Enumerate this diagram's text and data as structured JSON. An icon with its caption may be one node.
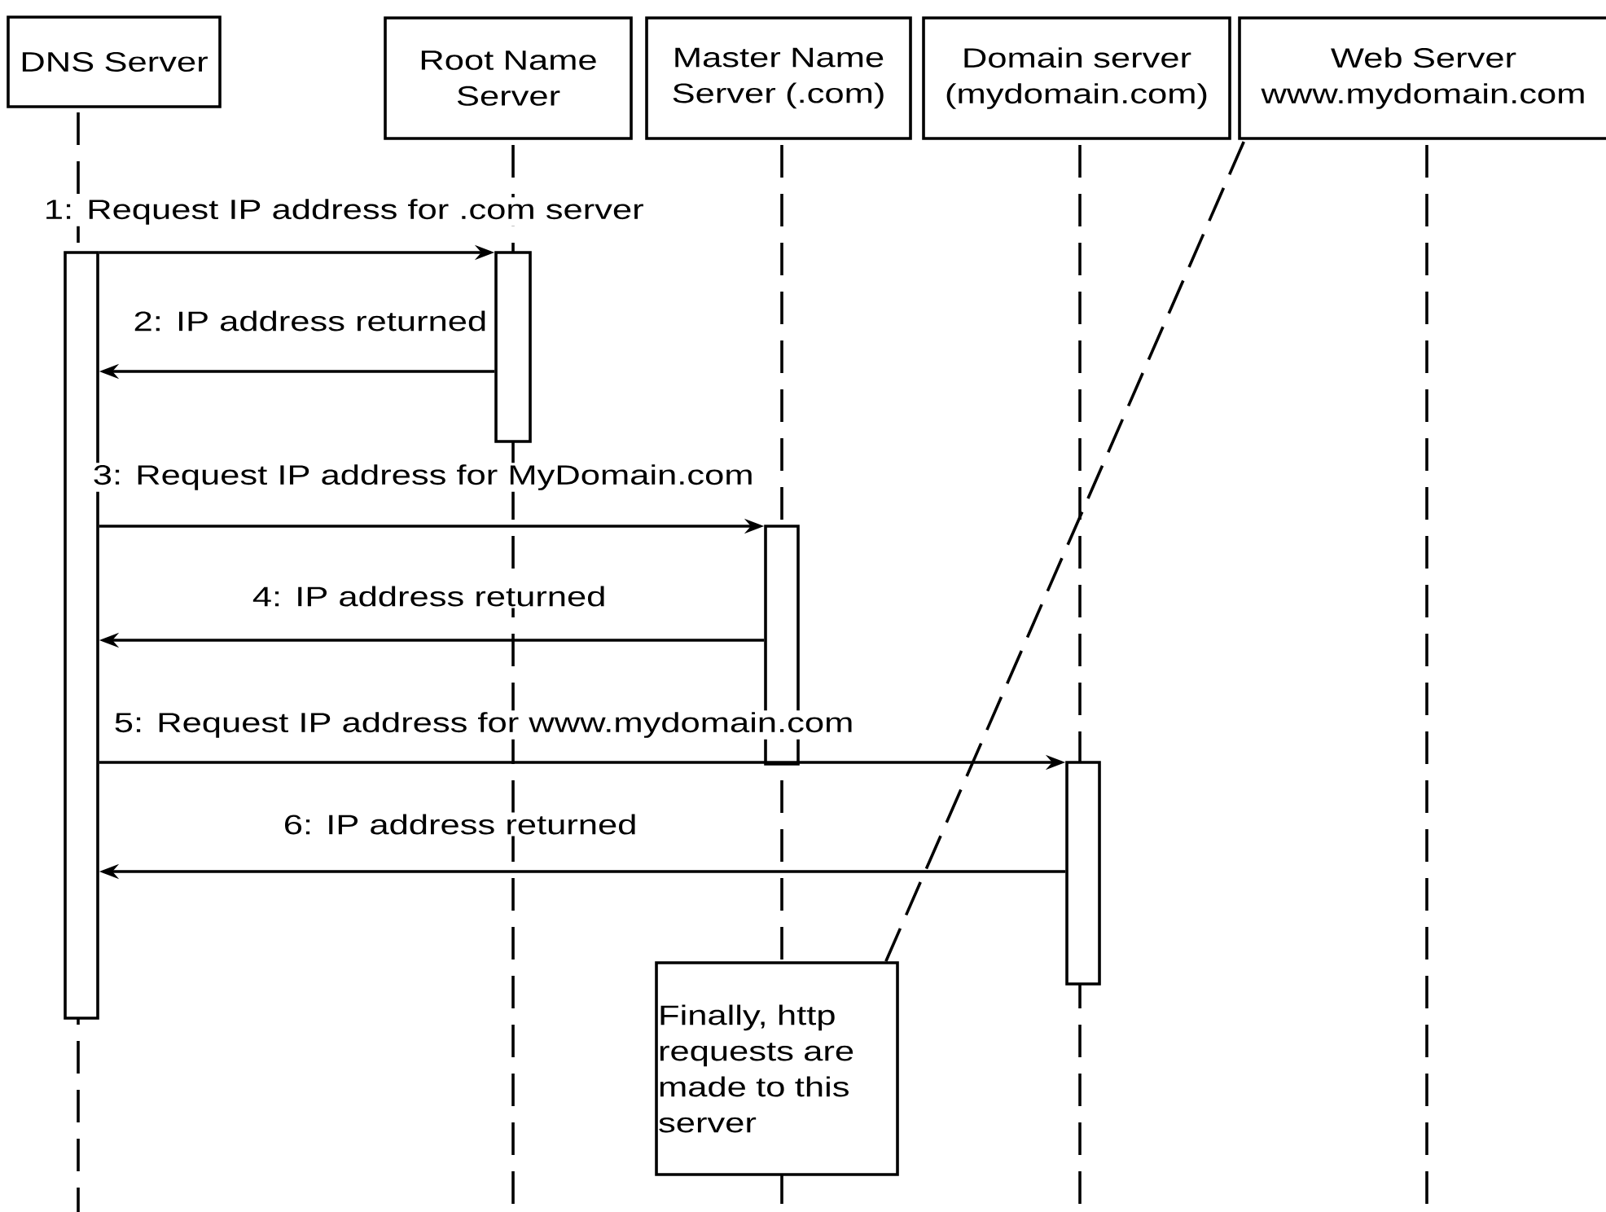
{
  "diagram": {
    "nodes": [
      {
        "text": [
          "DNS Server"
        ]
      },
      {
        "text": [
          "Root Name Server"
        ]
      },
      {
        "text": [
          "Master Name Server (.com)"
        ]
      },
      {
        "text": [
          "Domain server (mydomain.com)"
        ]
      },
      {
        "text": [
          "Web Server www.mydomain.com"
        ]
      },
      {
        "text": [],
        "shape": "bar"
      },
      {
        "text": [],
        "shape": "bar"
      },
      {
        "text": [],
        "shape": "bar"
      },
      {
        "text": [],
        "shape": "bar"
      },
      {
        "text": [
          "Finally, http requests are made to this server"
        ]
      }
    ],
    "edges": [
      {
        "from": 5,
        "to": 6,
        "arrow": "to",
        "label": "1: Request IP address for .com server"
      },
      {
        "from": 6,
        "to": 5,
        "arrow": "to",
        "label": "2: IP address returned"
      },
      {
        "from": 5,
        "to": 7,
        "arrow": "to",
        "label": "3: Request IP address for MyDomain.com"
      },
      {
        "from": 7,
        "to": 5,
        "arrow": "to",
        "label": "4: IP address returned"
      },
      {
        "from": 5,
        "to": 8,
        "arrow": "to",
        "label": "5: Request IP address for www.mydomain.com"
      },
      {
        "from": 8,
        "to": 5,
        "arrow": "to",
        "label": "6:  IP address returned"
      },
      {
        "from": 9,
        "to": 4,
        "arrow": "none",
        "style": "dashed"
      }
    ]
  }
}
